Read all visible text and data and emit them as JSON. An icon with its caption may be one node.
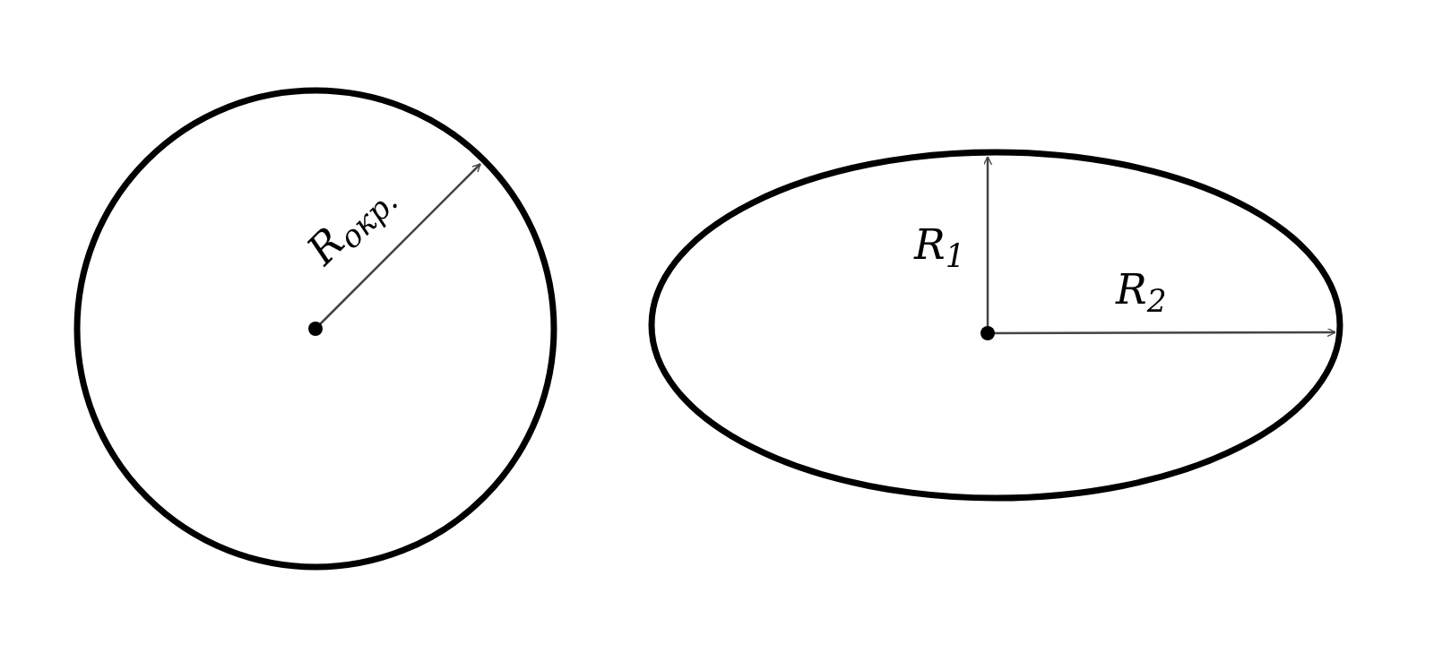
{
  "diagram": {
    "labels": [
      "R$_{окр.}$",
      "R$_{1}$",
      "R$_{2}$"
    ]
  }
}
